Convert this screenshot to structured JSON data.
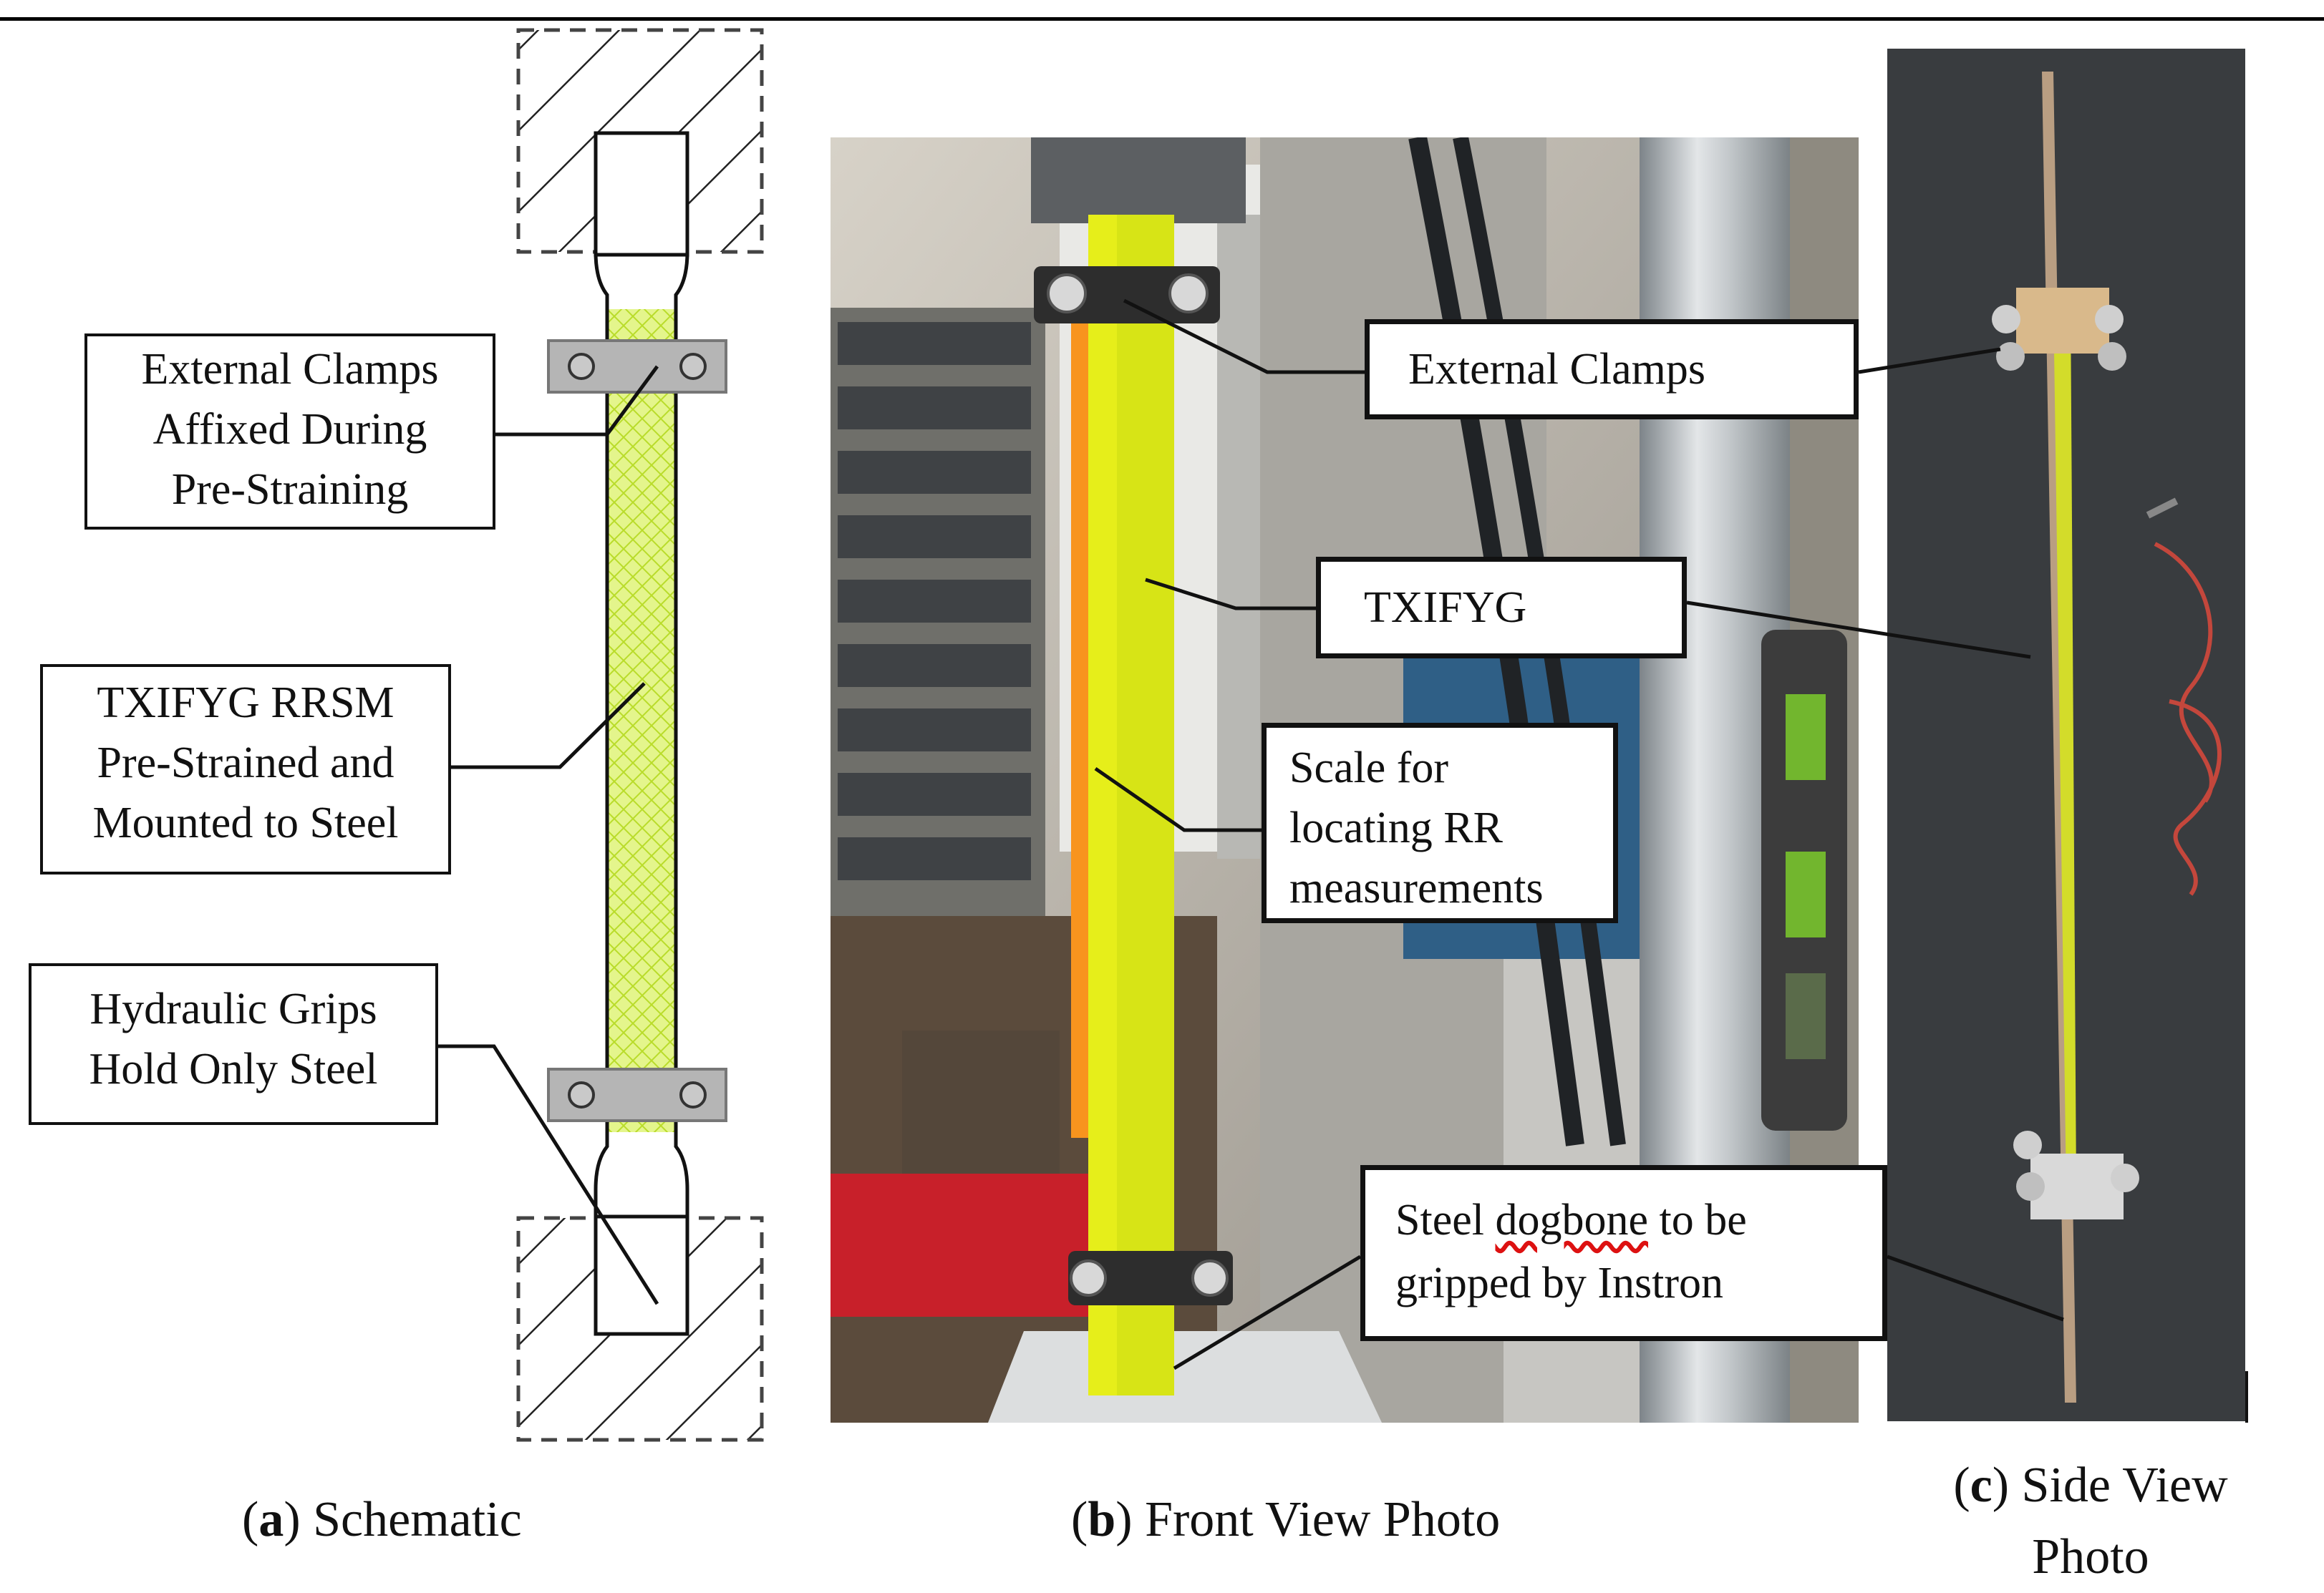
{
  "panel_a": {
    "labels": {
      "clamps": [
        "External Clamps",
        "Affixed During",
        "Pre-Straining"
      ],
      "rrsm": [
        "TXIFYG RRSM",
        "Pre-Strained and",
        "Mounted to Steel"
      ],
      "grips": [
        "Hydraulic Grips",
        "Hold Only Steel"
      ]
    },
    "caption": {
      "letter": "a",
      "text": "Schematic"
    }
  },
  "panel_b": {
    "labels": {
      "clamps": "External Clamps",
      "txifyg": "TXIFYG",
      "scale": [
        "Scale for",
        "locating RR",
        "measurements"
      ],
      "dogbone_pre": "Steel ",
      "dogbone_word": "dogbone",
      "dogbone_post": " to be",
      "dogbone_line2": "gripped by Instron"
    },
    "caption": {
      "letter": "b",
      "text": "Front View Photo"
    }
  },
  "panel_c": {
    "caption": {
      "letter": "c",
      "text_line1": "Side View",
      "text_line2": "Photo"
    }
  },
  "colors": {
    "rrsm": "#d8f266",
    "rrsm_photo": "#e6ee1a",
    "scale": "#f8941e",
    "clamp_gray": "#b5b5b5"
  }
}
